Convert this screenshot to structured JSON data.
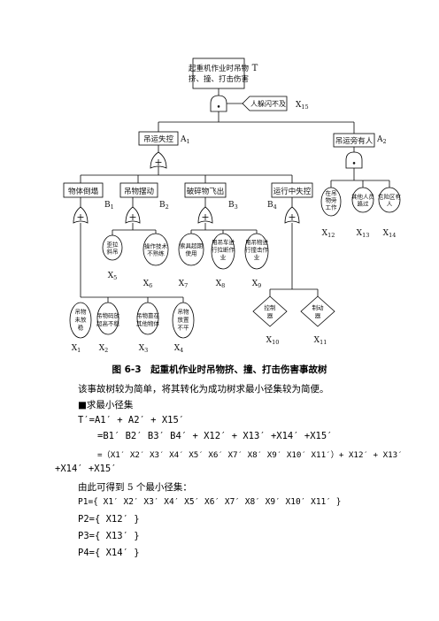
{
  "diagram": {
    "top_event": "起重机作业时吊物挤、撞、打击伤害",
    "top_label": "T",
    "side_event": "人躲闪不及",
    "side_label": "X15",
    "mid_left": "吊运失控",
    "mid_left_label": "A1",
    "mid_right": "吊运旁有人",
    "mid_right_label": "A2",
    "b_events": [
      "物体倒塌",
      "吊物摆动",
      "破碎物飞出",
      "运行中失控"
    ],
    "b_labels": [
      "B1",
      "B2",
      "B3",
      "B4"
    ],
    "right_circles": [
      "在吊物旁工作",
      "其他人员路过",
      "危险区有人"
    ],
    "right_labels": [
      "X12",
      "X13",
      "X14"
    ],
    "b2_circles": [
      "歪拉斜吊",
      "操作技术不熟练"
    ],
    "b2_labels": [
      "X5",
      "X6"
    ],
    "b3_circles": [
      "索具超期使用",
      "用吊车进行拉断作业",
      "用吊物进行撞击作业"
    ],
    "b3_labels": [
      "X7",
      "X8",
      "X9"
    ],
    "b1_circles": [
      "吊物未放稳",
      "吊物码放超高不稳",
      "吊物靠在其他物体",
      "吊物放置不平"
    ],
    "b1_labels": [
      "X1",
      "X2",
      "X3",
      "X4"
    ],
    "b4_diamonds": [
      "控制器",
      "制动器"
    ],
    "b4_labels": [
      "X10",
      "X11"
    ]
  },
  "caption": "图 6-3　起重机作业时吊物挤、撞、打击伤害事故树",
  "text": {
    "line1": "该事故树较为简单，将其转化为成功树求最小径集较为简便。",
    "heading": "■求最小径集",
    "eq1": "T′=A1′ + A2′ + X15′",
    "eq2": "=B1′ B2′ B3′ B4′ + X12′ + X13′ +X14′ +X15′",
    "eq3a": "=（X1′ X2′ X3′ X4′ X5′ X6′ X7′ X8′ X9′ X10′ X11′）+ X12′ + X13′",
    "eq3b": "+X14′ +X15′",
    "line2": "由此可得到 5 个最小径集：",
    "p1": "P1={ X1′ X2′ X3′ X4′ X5′ X6′ X7′ X8′ X9′ X10′ X11′ }",
    "p2": "P2={ X12′ }",
    "p3": "P3={ X13′ }",
    "p4": "P4={ X14′ }"
  }
}
